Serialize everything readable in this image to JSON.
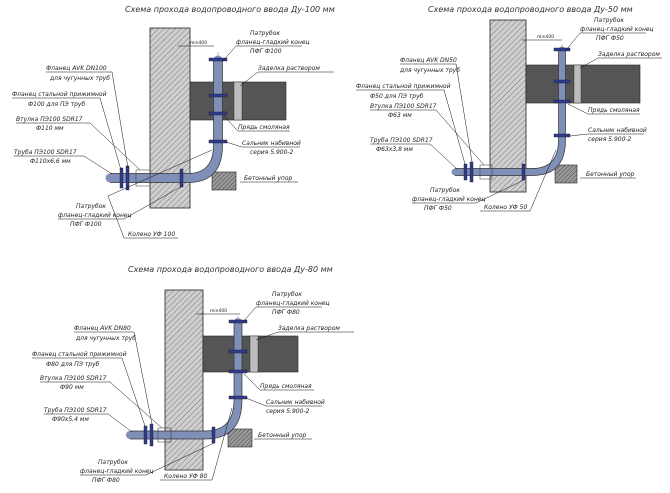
{
  "diagrams": [
    {
      "title": "Схема прохода водопроводного ввода Ду-100 мм",
      "dim": "min400",
      "labels": {
        "flange_avk": "Фланец AVK DN100",
        "flange_avk_2": "для чугунных труб",
        "flange_steel": "Фланец стальной прижимной",
        "flange_steel_2": "Ф100 для ПЭ труб",
        "bushing": "Втулка ПЭ100 SDR17",
        "bushing_2": "Ф110 мм",
        "pipe": "Труба ПЭ100 SDR17",
        "pipe_2": "Ф110х6,6 мм",
        "branch_top": "Патрубок",
        "branch_top_2": "фланец-гладкий конец",
        "branch_top_3": "ПФГ Ф100",
        "mortar": "Заделка раствором",
        "strand": "Прядь смоляная",
        "gland": "Сальник набивной",
        "gland_2": "серия 5.900-2",
        "stop": "Бетонный упор",
        "branch_bottom": "Патрубок",
        "branch_bottom_2": "фланец-гладкий конец",
        "branch_bottom_3": "ПФГ Ф100",
        "elbow": "Колено УФ 100"
      }
    },
    {
      "title": "Схема прохода водопроводного ввода Ду-50 мм",
      "dim": "min400",
      "labels": {
        "flange_avk": "Фланец AVK DN50",
        "flange_avk_2": "для чугунных труб",
        "flange_steel": "Фланец стальной прижимной",
        "flange_steel_2": "Ф50 для ПЭ труб",
        "bushing": "Втулка ПЭ100 SDR17",
        "bushing_2": "Ф63 мм",
        "pipe": "Труба ПЭ100 SDR17",
        "pipe_2": "Ф63х3,8 мм",
        "branch_top": "Патрубок",
        "branch_top_2": "фланец-гладкий конец",
        "branch_top_3": "ПФГ Ф50",
        "mortar": "Заделка раствором",
        "strand": "Прядь смоляная",
        "gland": "Сальник набивной",
        "gland_2": "серия 5.900-2",
        "stop": "Бетонный упор",
        "branch_bottom": "Патрубок",
        "branch_bottom_2": "фланец-гладкий конец",
        "branch_bottom_3": "ПФГ Ф50",
        "elbow": "Колено УФ 50"
      }
    },
    {
      "title": "Схема прохода водопроводного ввода Ду-80 мм",
      "dim": "min400",
      "labels": {
        "flange_avk": "Фланец AVK DN80",
        "flange_avk_2": "для чугунных труб",
        "flange_steel": "Фланец стальной прижимной",
        "flange_steel_2": "Ф80 для ПЭ труб",
        "bushing": "Втулка ПЭ100 SDR17",
        "bushing_2": "Ф90 мм",
        "pipe": "Труба ПЭ100 SDR17",
        "pipe_2": "Ф90х5,4 мм",
        "branch_top": "Патрубок",
        "branch_top_2": "фланец-гладкий конец",
        "branch_top_3": "ПФГ Ф80",
        "mortar": "Заделка раствором",
        "strand": "Прядь смоляная",
        "gland": "Сальник набивной",
        "gland_2": "серия 5.900-2",
        "stop": "Бетонный упор",
        "branch_bottom": "Патрубок",
        "branch_bottom_2": "фланец-гладкий конец",
        "branch_bottom_3": "ПФГ Ф80",
        "elbow": "Колено УФ 80"
      }
    }
  ]
}
